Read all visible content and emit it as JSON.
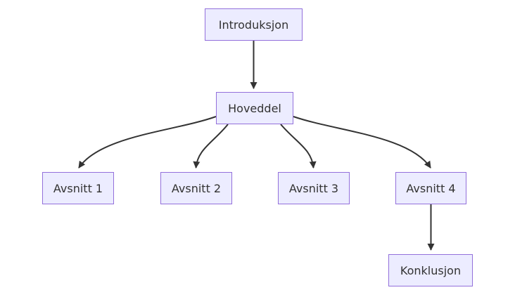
{
  "diagram": {
    "type": "flowchart",
    "direction": "top-down",
    "colors": {
      "node_fill": "#ECECFF",
      "node_border": "#9370DB",
      "edge": "#333333",
      "text": "#333333",
      "background": "#FFFFFF"
    },
    "nodes": [
      {
        "id": "introduksjon",
        "label": "Introduksjon"
      },
      {
        "id": "hoveddel",
        "label": "Hoveddel"
      },
      {
        "id": "avsnitt-1",
        "label": "Avsnitt 1"
      },
      {
        "id": "avsnitt-2",
        "label": "Avsnitt 2"
      },
      {
        "id": "avsnitt-3",
        "label": "Avsnitt 3"
      },
      {
        "id": "avsnitt-4",
        "label": "Avsnitt 4"
      },
      {
        "id": "konklusjon",
        "label": "Konklusjon"
      }
    ],
    "edges": [
      {
        "from": "introduksjon",
        "to": "hoveddel"
      },
      {
        "from": "hoveddel",
        "to": "avsnitt-1"
      },
      {
        "from": "hoveddel",
        "to": "avsnitt-2"
      },
      {
        "from": "hoveddel",
        "to": "avsnitt-3"
      },
      {
        "from": "hoveddel",
        "to": "avsnitt-4"
      },
      {
        "from": "avsnitt-4",
        "to": "konklusjon"
      }
    ]
  }
}
